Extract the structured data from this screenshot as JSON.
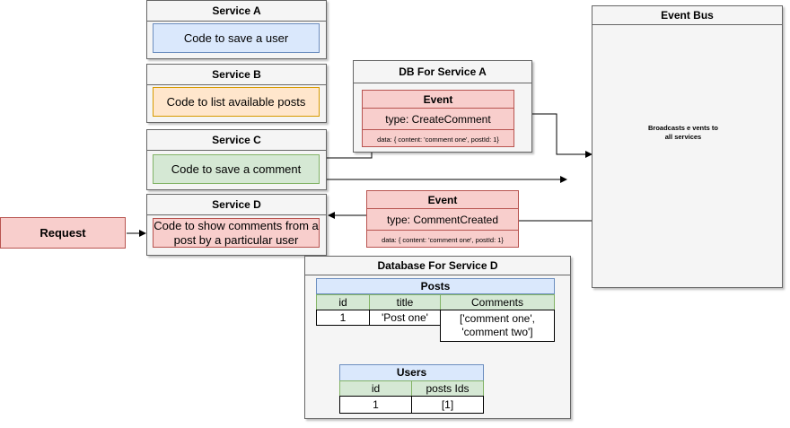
{
  "service_a": {
    "title": "Service A",
    "body": "Code to save a user"
  },
  "service_b": {
    "title": "Service B",
    "body": "Code to list available posts"
  },
  "service_c": {
    "title": "Service C",
    "body": "Code to save a comment"
  },
  "service_d": {
    "title": "Service D",
    "body": "Code to show comments from a post by a particular user"
  },
  "db_a": {
    "title": "DB For Service A",
    "event": {
      "title": "Event",
      "type": "type: CreateComment",
      "data": "data: { content: 'comment one', postId: 1}"
    }
  },
  "event_created": {
    "title": "Event",
    "type": "type: CommentCreated",
    "data": "data: { content: 'comment one', postId: 1}"
  },
  "request": "Request",
  "event_bus": {
    "title": "Event Bus",
    "body": "Broadcasts e vents to all services"
  },
  "db_d": {
    "title": "Database For Service D",
    "posts": {
      "title": "Posts",
      "headers": [
        "id",
        "title",
        "Comments"
      ],
      "row": [
        "1",
        "'Post one'",
        "['comment one', 'comment two']"
      ]
    },
    "users": {
      "title": "Users",
      "headers": [
        "id",
        "posts Ids"
      ],
      "row": [
        "1",
        "[1]"
      ]
    }
  },
  "colors": {
    "blue": "#dae8fc",
    "orange": "#ffe6cc",
    "green": "#d5e8d4",
    "red": "#f8cecc",
    "panel": "#f5f5f5"
  }
}
